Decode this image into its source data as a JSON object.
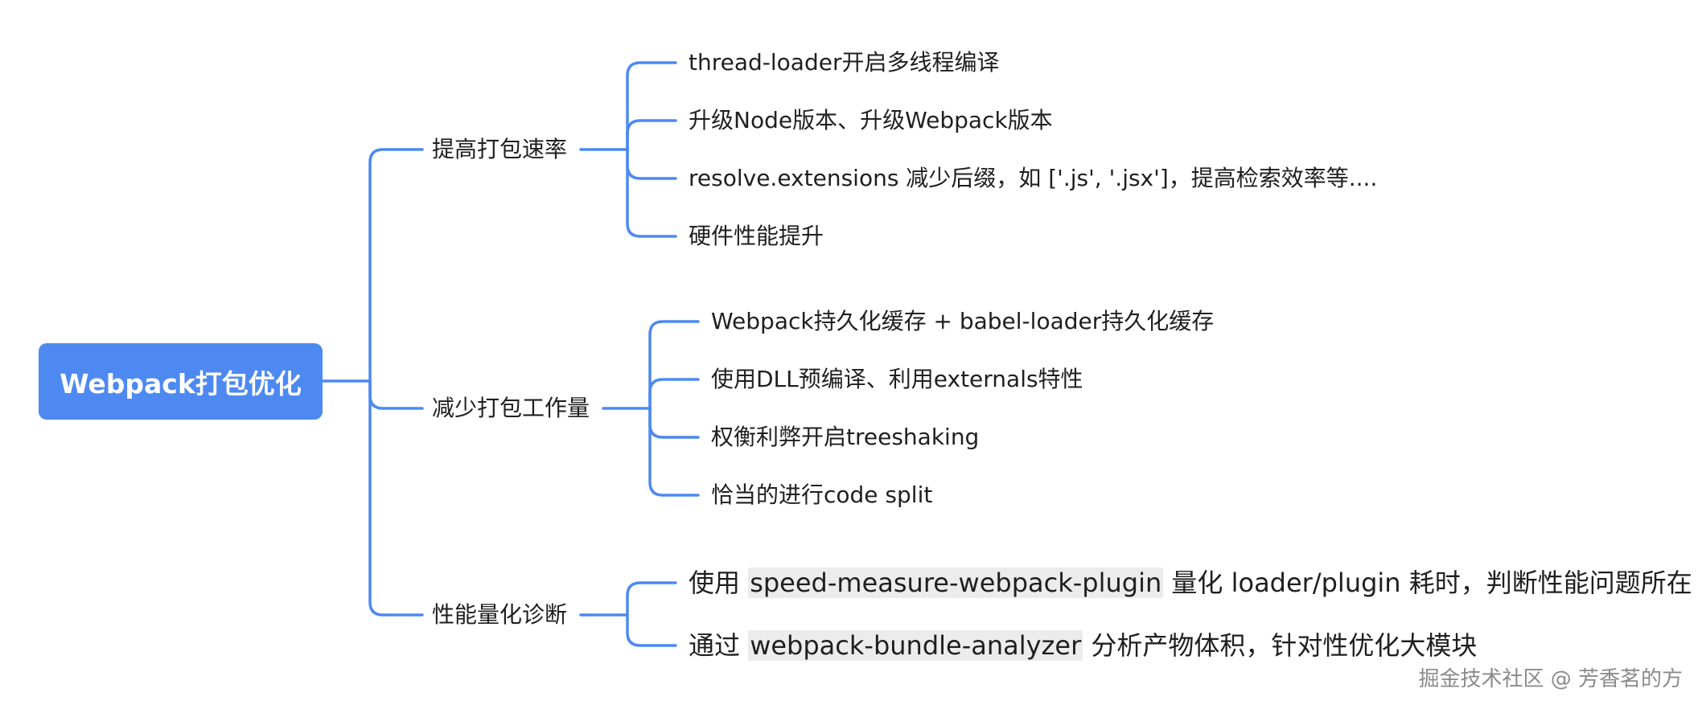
{
  "diagram": {
    "root": {
      "label": "Webpack打包优化",
      "color": "#4d89f1"
    },
    "line_color": "#4d89f1",
    "branches": [
      {
        "label": "提高打包速率",
        "items": [
          {
            "parts": [
              "thread-loader开启多线程编译"
            ]
          },
          {
            "parts": [
              "升级Node版本、升级Webpack版本"
            ]
          },
          {
            "parts": [
              "resolve.extensions 减少后缀，如 ['.js', '.jsx']，提高检索效率等...."
            ]
          },
          {
            "parts": [
              "硬件性能提升"
            ]
          }
        ]
      },
      {
        "label": "减少打包工作量",
        "items": [
          {
            "parts": [
              "Webpack持久化缓存 + babel-loader持久化缓存"
            ]
          },
          {
            "parts": [
              "使用DLL预编译、利用externals特性"
            ]
          },
          {
            "parts": [
              "权衡利弊开启treeshaking"
            ]
          },
          {
            "parts": [
              "恰当的进行code split"
            ]
          }
        ]
      },
      {
        "label": "性能量化诊断",
        "items": [
          {
            "parts": [
              "使用 ",
              "speed-measure-webpack-plugin",
              " 量化 loader/plugin 耗时，判断性能问题所在"
            ]
          },
          {
            "parts": [
              "通过 ",
              "webpack-bundle-analyzer",
              " 分析产物体积，针对性优化大模块"
            ]
          }
        ]
      }
    ]
  },
  "watermark": "掘金技术社区 @ 芳香茗的方"
}
